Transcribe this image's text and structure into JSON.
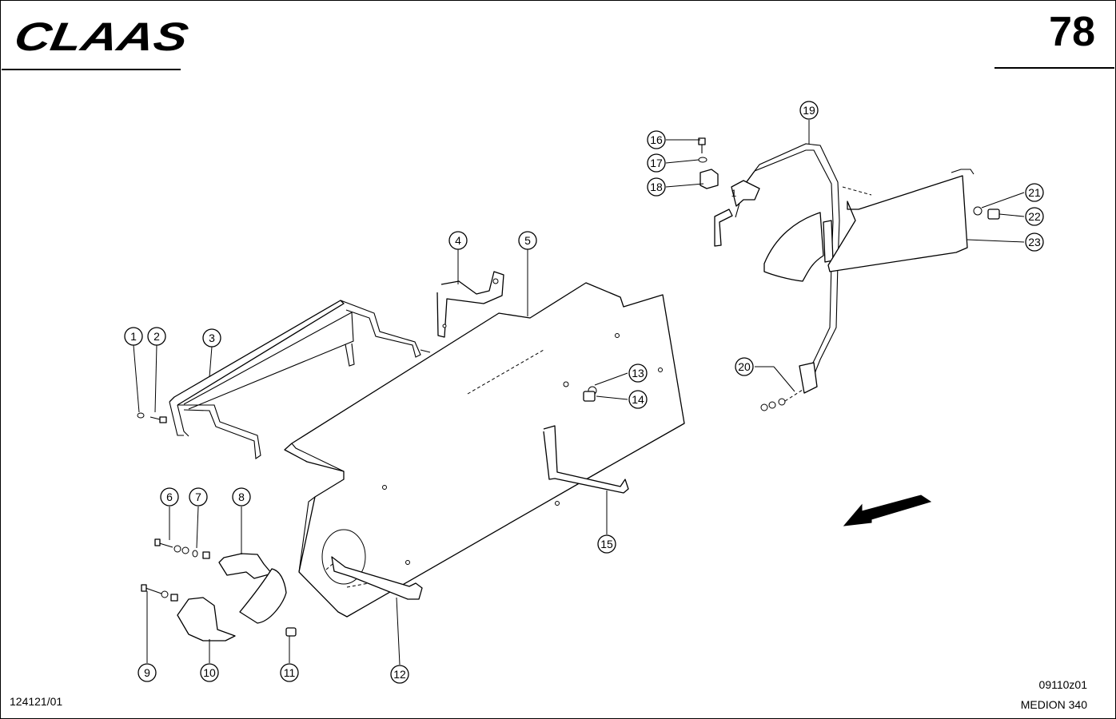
{
  "header": {
    "brand": "CLAAS",
    "page_number": "78"
  },
  "footer": {
    "part_list_no": "124121/01",
    "drawing_no": "09110z01",
    "model": "MEDION 340"
  },
  "callouts": [
    "1",
    "2",
    "3",
    "4",
    "5",
    "6",
    "7",
    "8",
    "9",
    "10",
    "11",
    "12",
    "13",
    "14",
    "15",
    "16",
    "17",
    "18",
    "19",
    "20",
    "21",
    "22",
    "23"
  ],
  "diagram_labels": {
    "bracket_mark": "1"
  }
}
